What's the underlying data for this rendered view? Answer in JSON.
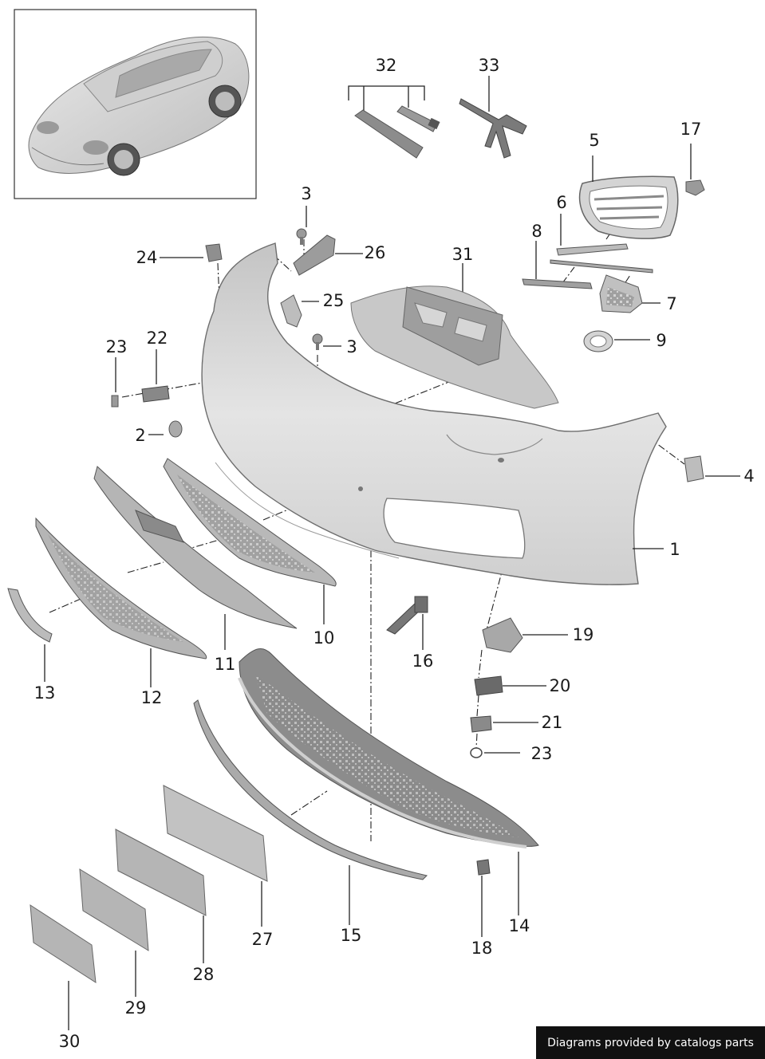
{
  "labels": [
    "1",
    "2",
    "3",
    "3",
    "4",
    "5",
    "6",
    "7",
    "8",
    "9",
    "10",
    "11",
    "12",
    "13",
    "14",
    "15",
    "16",
    "17",
    "18",
    "19",
    "20",
    "21",
    "22",
    "23",
    "23",
    "24",
    "25",
    "26",
    "27",
    "28",
    "29",
    "30",
    "31",
    "32",
    "33"
  ],
  "footer": {
    "credit": "Diagrams provided by catalogs parts"
  },
  "colors": {
    "part_light": "#d9d9d9",
    "part_mid": "#bdbdbd",
    "part_dark": "#6a6a6a",
    "text": "#1a1a1a",
    "footer_bg": "#111111"
  }
}
